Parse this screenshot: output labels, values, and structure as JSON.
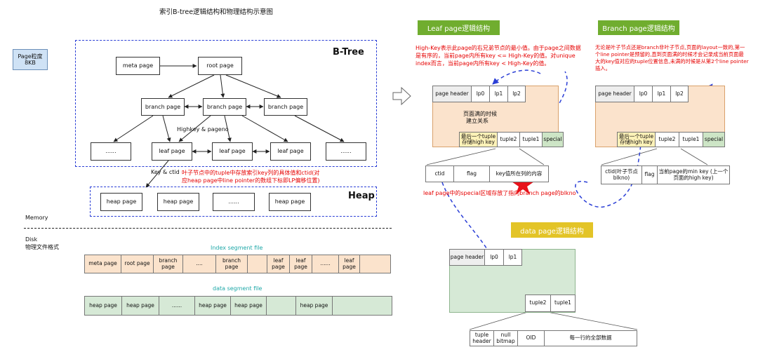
{
  "title": "索引B-tree逻辑结构和物理结构示意图",
  "page_size": {
    "label": "Page粒度",
    "value": "8KB"
  },
  "btree": {
    "label": "B-Tree",
    "meta": "meta page",
    "root": "root page",
    "branches": [
      "branch page",
      "branch page",
      "branch page"
    ],
    "leaves": [
      "......",
      "leaf page",
      "leaf page",
      "leaf page",
      "......"
    ],
    "highkey_label": "Highkey & pageno",
    "keyctid_label": "Key & ctid",
    "leaf_note_line1": "叶子节点中的tuple中存放索引key列的具体值和ctid(对",
    "leaf_note_line2": "应heap page中line pointer的数组下标即LP偏移位置)"
  },
  "heap": {
    "label": "Heap",
    "pages": [
      "heap page",
      "heap page",
      "......",
      "heap page"
    ]
  },
  "memory_label": "Memory",
  "disk_label1": "Disk",
  "disk_label2": "物理文件格式",
  "index_segment": {
    "title": "Index segment file",
    "cells": [
      "meta page",
      "root page",
      "branch page",
      "....",
      "branch page",
      "",
      "leaf page",
      "leaf page",
      "......",
      "leaf page",
      ""
    ]
  },
  "data_segment": {
    "title": "data segment file",
    "cells": [
      "heap page",
      "heap page",
      "......",
      "heap page",
      "heap page",
      "",
      "heap page",
      ""
    ]
  },
  "leaf_page": {
    "header": "Leaf page逻辑结构",
    "note_line1": "High-Key表示此page的右兄弟节点的最小值。由于page之间数据",
    "note_line2": "是有序的，当前page内所有key <= High-Key的值。对unique",
    "note_line3": "index而言，当前page内所有key < High-Key的值。",
    "row1": [
      "page header",
      "lp0",
      "lp1",
      "lp2"
    ],
    "full_note1": "页面满的时候",
    "full_note2": "建立关系",
    "last_tuple1": "最后一个tuple",
    "last_tuple2": "存储high key",
    "row2": [
      "tuple2",
      "tuple1",
      "special"
    ],
    "tuple_fields": [
      "ctid",
      "flag",
      "key值所在列的内容"
    ],
    "special_note": "leaf page中的special区域存放了指向branch page的blkno"
  },
  "branch_page": {
    "header": "Branch page逻辑结构",
    "note_line1": "无论是叶子节点还是branch非叶子节点,页面的layout一致的,第一",
    "note_line2": "个line pointer是预留的,直到页面满的时候才会记录成当前页面最",
    "note_line3": "大的key值对应的tuple位置信息,未满的时候是从第2个line pointer",
    "note_line4": "插入。",
    "row1": [
      "page header",
      "lp0",
      "lp1",
      "lp2"
    ],
    "last_tuple1": "最后一个tuple",
    "last_tuple2": "存储high key",
    "row2": [
      "tuple2",
      "tuple1",
      "special"
    ],
    "tuple_fields": [
      "ctid(叶子节点 blkno)",
      "flag",
      "当前page的min key (上一个页面的high key)"
    ]
  },
  "data_page": {
    "header": "data page逻辑结构",
    "row1": [
      "page header",
      "lp0",
      "lp1"
    ],
    "row2": [
      "tuple2",
      "tuple1"
    ],
    "tuple_fields": [
      "tuple header",
      "null bitmap",
      "OID",
      "每一行的全部数据"
    ]
  },
  "colors": {
    "leaf_header": "#70ad2f",
    "branch_header": "#70ad2f",
    "data_header": "#e3c427",
    "orange_fill": "#fbe3cc",
    "green_fill": "#d6e9d6",
    "blue_dash": "#2b3fd6",
    "page_size_fill": "#cfe2f5",
    "red_text": "#e60000"
  }
}
